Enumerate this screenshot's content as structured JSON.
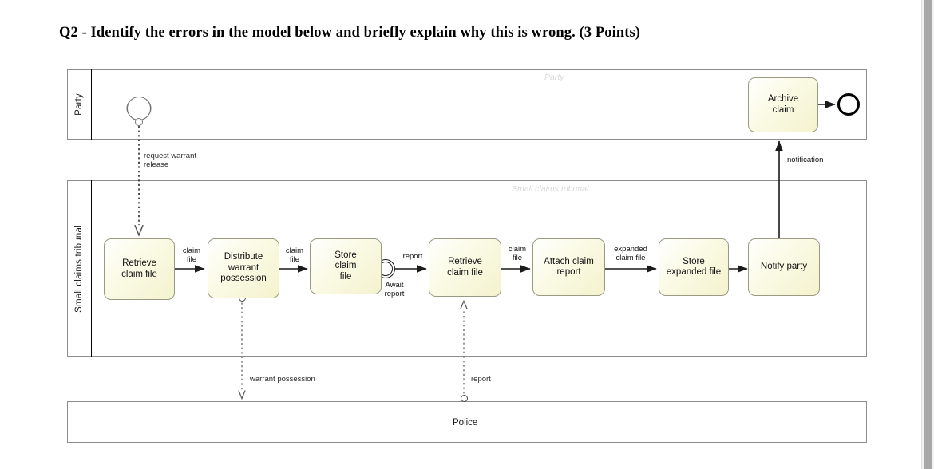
{
  "question": {
    "title": "Q2 - Identify the errors in the model below and briefly explain why this is wrong. (3 Points)"
  },
  "diagram": {
    "type": "bpmn-collaboration",
    "colors": {
      "task_fill": "#f4f2cd",
      "task_border": "#9a9a82",
      "pool_border": "#8d8d8d",
      "flow_line": "#2b2b2b",
      "watermark": "#d8d8d8"
    },
    "pools": [
      {
        "id": "party",
        "label": "Party",
        "watermark": "Party",
        "label_position": "left-vertical"
      },
      {
        "id": "tribunal",
        "label": "Small claims tribunal",
        "watermark": "Small claims tribunal",
        "label_position": "left-vertical"
      },
      {
        "id": "police",
        "label": "Police",
        "watermark": "",
        "label_position": "centre"
      }
    ],
    "events": [
      {
        "id": "start-request",
        "pool": "party",
        "kind": "message-start-event",
        "icon": "envelope-icon",
        "label": ""
      },
      {
        "id": "end-archive",
        "pool": "party",
        "kind": "end-event",
        "icon": "end-event-icon",
        "label": ""
      },
      {
        "id": "await-report",
        "pool": "tribunal",
        "kind": "timer-boundary-event",
        "icon": "clock-icon",
        "label": "Await report",
        "label_line1": "Await",
        "label_line2": "report",
        "attached_to": "store-claim-file"
      }
    ],
    "tasks": [
      {
        "id": "archive-claim",
        "pool": "party",
        "label": "Archive claim",
        "line1": "Archive",
        "line2": "claim"
      },
      {
        "id": "retrieve-claim-file-1",
        "pool": "tribunal",
        "label": "Retrieve claim file",
        "line1": "Retrieve",
        "line2": "claim file"
      },
      {
        "id": "distribute-warrant",
        "pool": "tribunal",
        "label": "Distribute warrant possession",
        "line1": "Distribute",
        "line2": "warrant",
        "line3": "possession"
      },
      {
        "id": "store-claim-file",
        "pool": "tribunal",
        "label": "Store claim file",
        "line1": "Store",
        "line2": "claim",
        "line3": "file"
      },
      {
        "id": "retrieve-claim-file-2",
        "pool": "tribunal",
        "label": "Retrieve claim file",
        "line1": "Retrieve",
        "line2": "claim file"
      },
      {
        "id": "attach-claim-report",
        "pool": "tribunal",
        "label": "Attach claim report",
        "line1": "Attach claim",
        "line2": "report"
      },
      {
        "id": "store-expanded-file",
        "pool": "tribunal",
        "label": "Store expanded file",
        "line1": "Store",
        "line2": "expanded file"
      },
      {
        "id": "notify-party",
        "pool": "tribunal",
        "label": "Notify party",
        "line1": "Notify party",
        "line2": ""
      }
    ],
    "sequence_flows": [
      {
        "id": "sf1",
        "from": "retrieve-claim-file-1",
        "to": "distribute-warrant",
        "label": "claim file",
        "label_line1": "claim",
        "label_line2": "file"
      },
      {
        "id": "sf2",
        "from": "distribute-warrant",
        "to": "store-claim-file",
        "label": "claim file",
        "label_line1": "claim",
        "label_line2": "file"
      },
      {
        "id": "sf3",
        "from": "await-report",
        "to": "retrieve-claim-file-2",
        "label": "report",
        "label_line1": "report",
        "label_line2": ""
      },
      {
        "id": "sf4",
        "from": "retrieve-claim-file-2",
        "to": "attach-claim-report",
        "label": "claim file",
        "label_line1": "claim",
        "label_line2": "file"
      },
      {
        "id": "sf5",
        "from": "attach-claim-report",
        "to": "store-expanded-file",
        "label": "expanded claim file",
        "label_line1": "expanded",
        "label_line2": "claim file"
      },
      {
        "id": "sf6",
        "from": "store-expanded-file",
        "to": "notify-party",
        "label": "",
        "label_line1": "",
        "label_line2": ""
      },
      {
        "id": "sf7",
        "from": "archive-claim",
        "to": "end-archive",
        "label": "",
        "label_line1": "",
        "label_line2": ""
      },
      {
        "id": "sf8",
        "from": "notify-party",
        "to": "archive-claim",
        "label": "notification",
        "label_line1": "notification",
        "label_line2": ""
      }
    ],
    "message_flows": [
      {
        "id": "mf1",
        "from": "start-request",
        "to": "retrieve-claim-file-1",
        "label": "request warrant release",
        "label_line1": "request warrant",
        "label_line2": "release"
      },
      {
        "id": "mf2",
        "from": "distribute-warrant",
        "to": "police",
        "label": "warrant possession",
        "label_line1": "warrant possession",
        "label_line2": ""
      },
      {
        "id": "mf3",
        "from": "police",
        "to": "retrieve-claim-file-2",
        "label": "report",
        "label_line1": "report",
        "label_line2": ""
      }
    ]
  }
}
